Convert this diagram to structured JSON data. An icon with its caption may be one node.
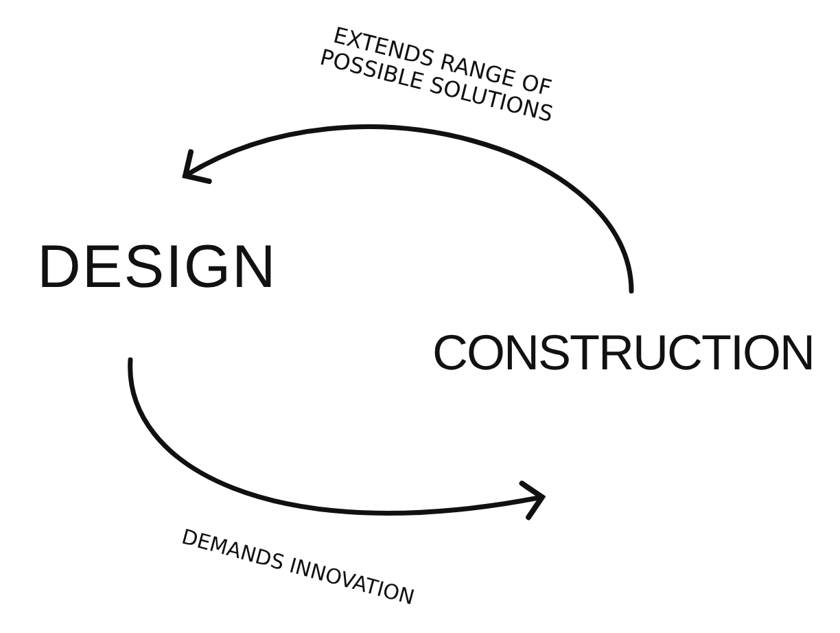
{
  "diagram": {
    "nodes": [
      {
        "text": [
          "DESIGN"
        ]
      },
      {
        "text": [
          "CONSTRUCTION"
        ]
      }
    ],
    "edges": [
      {
        "from": 1,
        "to": 0,
        "arrow": "to",
        "label": "EXTENDS RANGE OF POSSIBLE SOLUTIONS"
      },
      {
        "from": 0,
        "to": 1,
        "arrow": "to",
        "label": "DEMANDS INNOVATION"
      }
    ]
  }
}
